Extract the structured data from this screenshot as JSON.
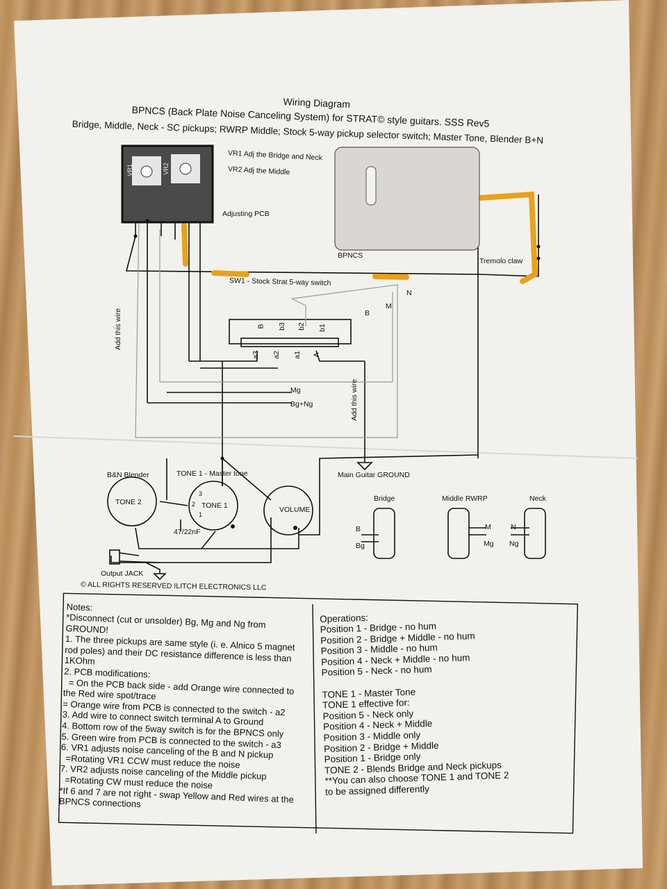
{
  "header": {
    "title": "Wiring Diagram",
    "subtitle": "BPNCS (Back Plate Noise Canceling System) for STRAT© style guitars. SSS Rev5",
    "line3": "Bridge, Middle, Neck - SC pickups; RWRP Middle; Stock 5-way pickup selector switch; Master Tone, Blender B+N"
  },
  "pcb": {
    "vr1_label": "VR1",
    "vr2_label": "VR2",
    "note1": "VR1 Adj the Bridge and Neck",
    "note2": "VR2 Adj the Middle",
    "name": "Adjusting PCB"
  },
  "bpncs": {
    "name": "BPNCS",
    "claw": "Tremolo claw"
  },
  "switch": {
    "name": "SW1 - Stock Strat 5-way switch",
    "top_terminals": [
      "B",
      "b3",
      "b2",
      "b1"
    ],
    "bottom_terminals": [
      "a3",
      "a2",
      "a1",
      "A"
    ],
    "pos_labels": [
      "N",
      "M",
      "B"
    ],
    "add_wire_left": "Add this wire",
    "add_wire_mid": "Add this wire",
    "mg": "Mg",
    "bgng": "Bg+Ng"
  },
  "ground": {
    "label": "Main Guitar GROUND"
  },
  "pots": {
    "blender_title": "B&N Blender",
    "blender_name": "TONE 2",
    "tone_title": "TONE 1 - Master tone",
    "tone_name": "TONE 1",
    "volume_name": "VOLUME",
    "cap": "47/22nF",
    "pins": [
      "1",
      "2",
      "3"
    ]
  },
  "jack": {
    "label": "Output JACK"
  },
  "copyright": "© ALL RIGHTS RESERVED ILITCH ELECTRONICS LLC",
  "pickups": {
    "bridge": "Bridge",
    "middle": "Middle RWRP",
    "neck": "Neck",
    "b": "B",
    "bg": "Bg",
    "m": "M",
    "mg": "Mg",
    "n": "N",
    "ng": "Ng"
  },
  "notes_left": {
    "heading": "Notes:",
    "lines": [
      "*Disconnect (cut or unsolder) Bg, Mg and Ng from",
      "GROUND!",
      "1. The three pickups are same style (i. e. Alnico 5 magnet",
      "rod poles) and their DC resistance difference is less than",
      "1KOhm",
      "2. PCB modifications:",
      "  = On the PCB back side - add Orange wire connected to",
      "the Red wire spot/trace",
      "= Orange wire from PCB is connected to the switch - a2",
      "3. Add wire to connect switch terminal A to Ground",
      "4. Bottom row of the 5way switch is for the BPNCS only",
      "5. Green wire from PCB is connected to the switch - a3",
      "6. VR1 adjusts noise canceling of the B and N pickup",
      "  =Rotating VR1 CCW must reduce the noise",
      "7. VR2 adjusts noise canceling of the Middle pickup",
      "  =Rotating CW must reduce the noise",
      "*If 6 and 7 are not right - swap Yellow and Red wires at the",
      "BPNCS connections"
    ]
  },
  "notes_right": {
    "heading": "Operations:",
    "lines": [
      "Position 1 - Bridge - no hum",
      "Position 2 - Bridge + Middle - no hum",
      "Position 3 - Middle - no hum",
      "Position 4 - Neck + Middle - no hum",
      "Position 5 - Neck - no hum",
      "",
      "TONE 1 - Master Tone",
      "TONE 1 effective for:",
      "Position 5 - Neck only",
      "Position 4 - Neck + Middle",
      "Position 3 - Middle only",
      "Position 2 - Bridge + Middle",
      "Position 1 - Bridge only",
      "TONE 2 - Blends Bridge and Neck pickups",
      "**You can also choose TONE 1 and TONE 2",
      "to be assigned differently"
    ]
  },
  "colors": {
    "paper": "#f2f2ef",
    "ink": "#111111",
    "orange": "#e8a21a",
    "pcb": "#4a4a4a",
    "bpncs": "#d9d6d3"
  }
}
